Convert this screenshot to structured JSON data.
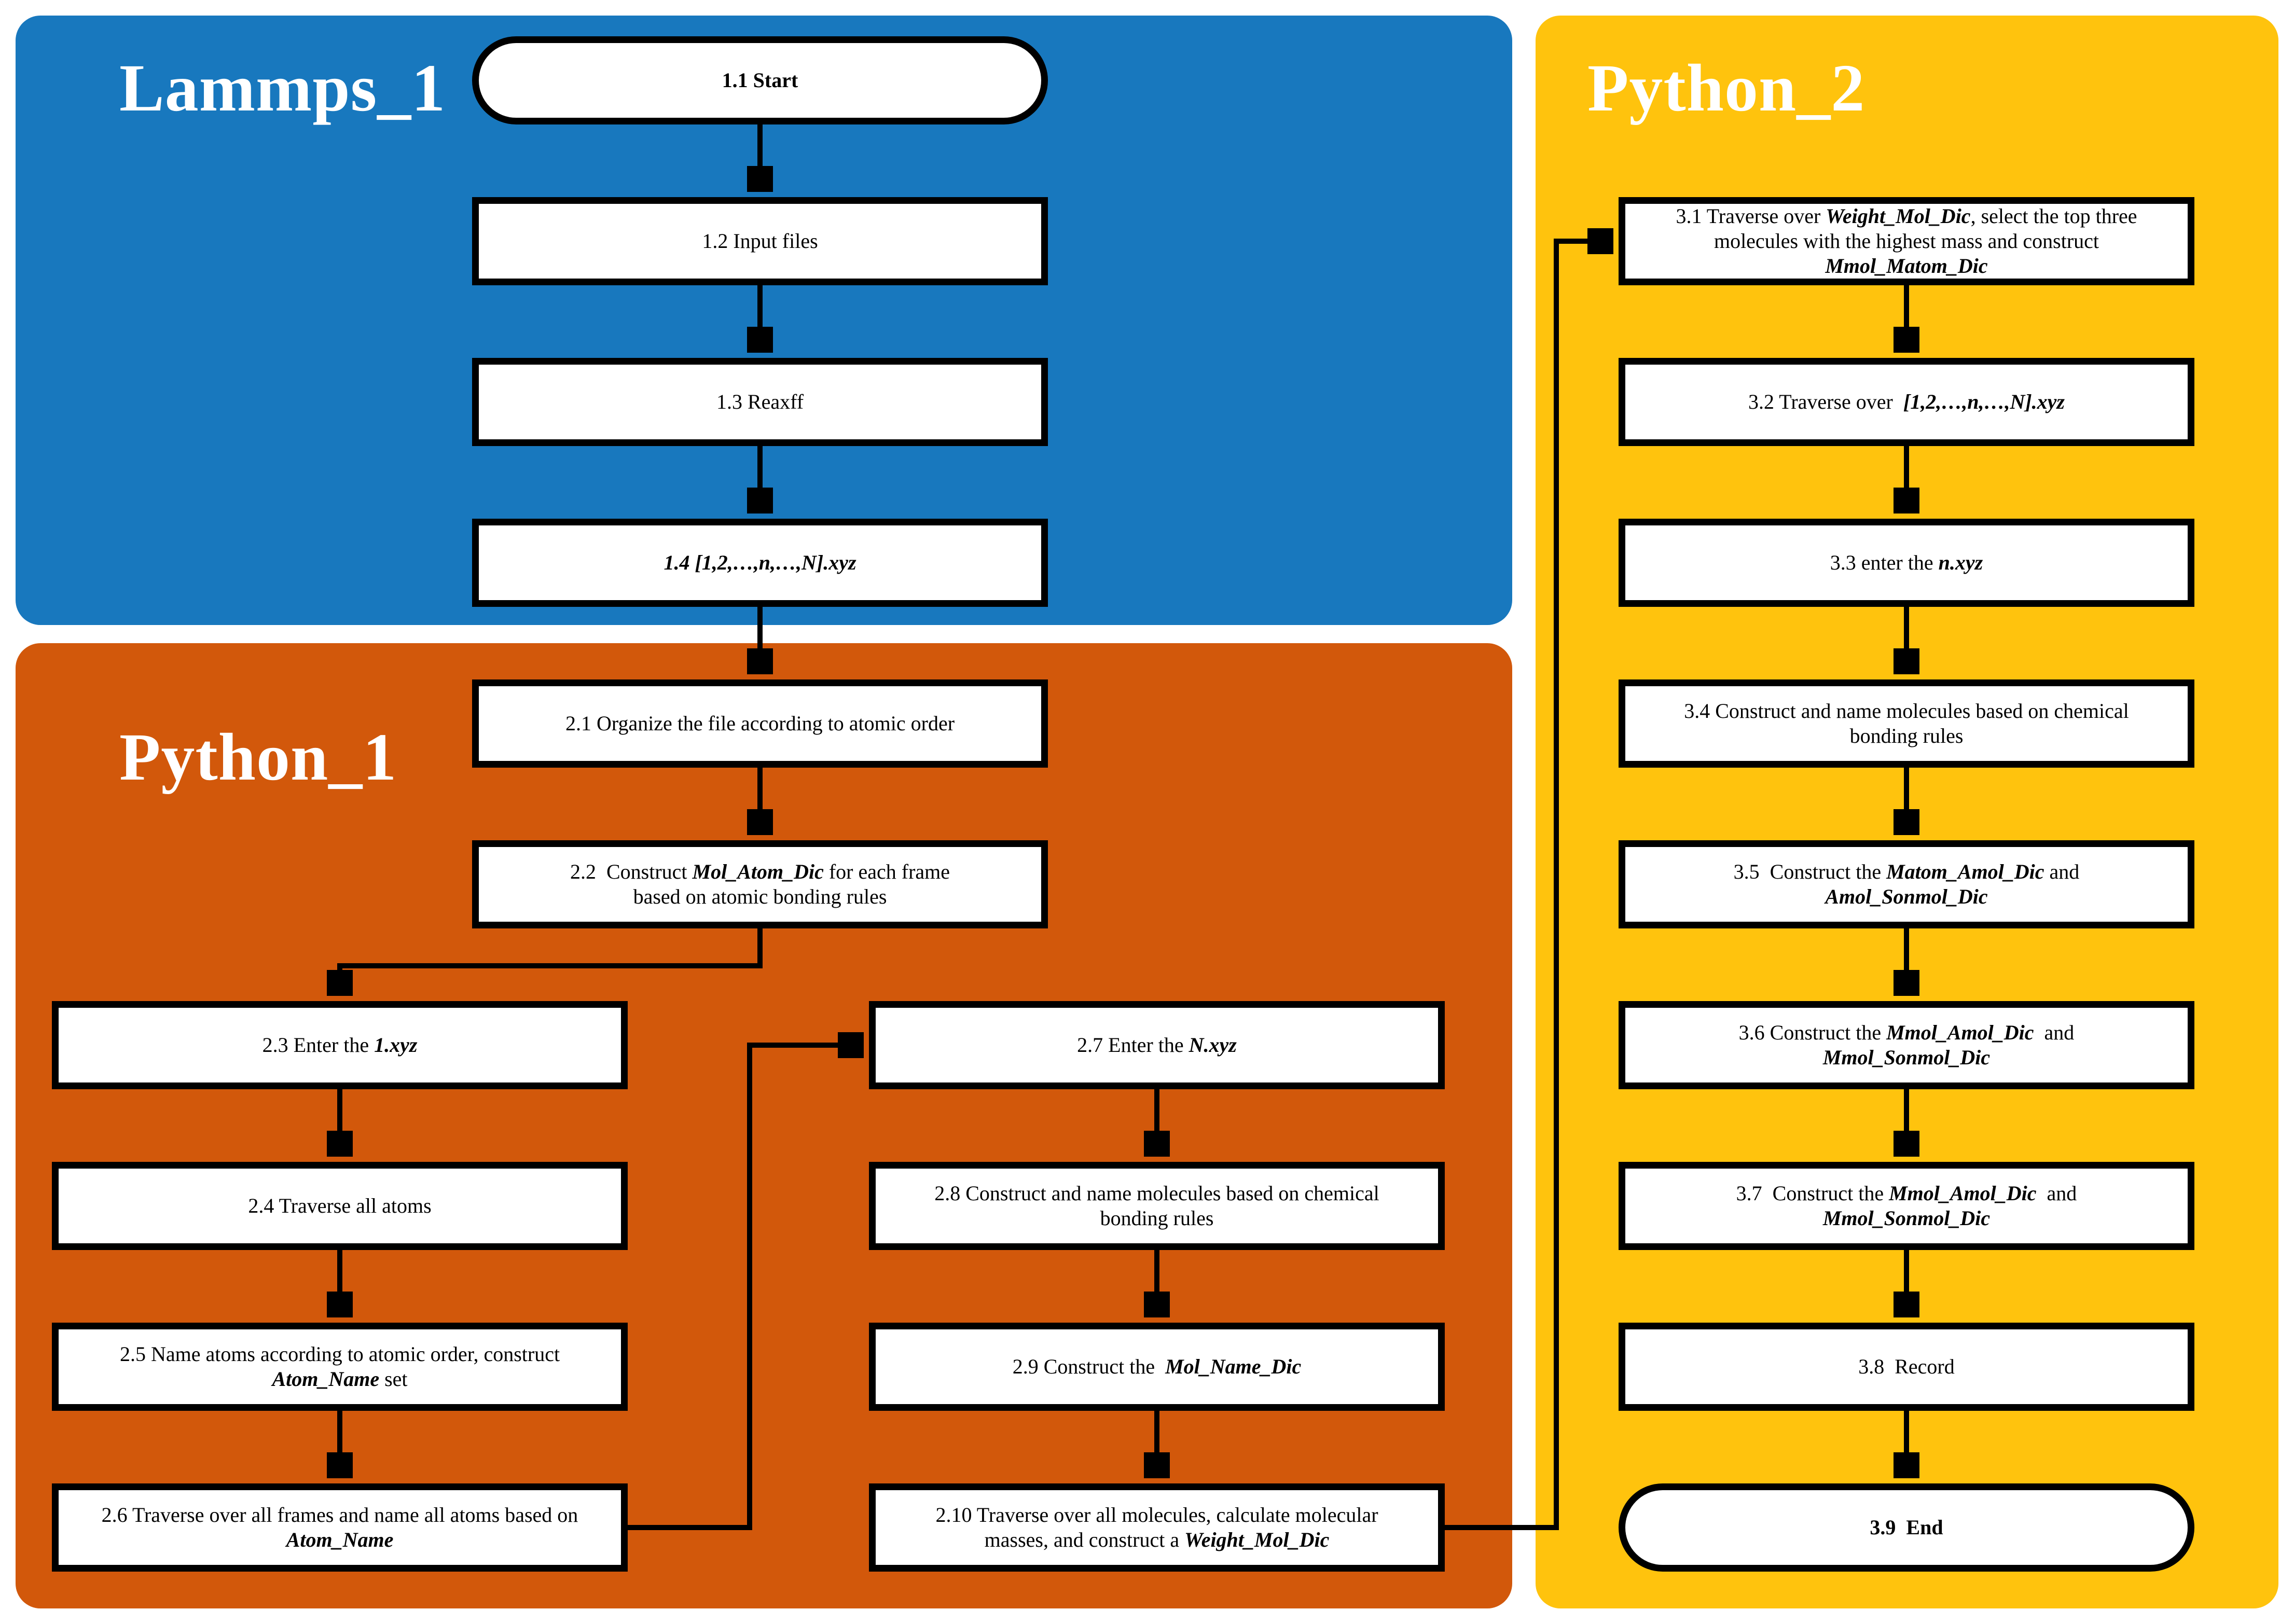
{
  "titles": {
    "lammps1": "Lammps_1",
    "python1": "Python_1",
    "python2": "Python_2"
  },
  "colors": {
    "blue": "#1878BE",
    "orange": "#D2580B",
    "yellow": "#FFC30D",
    "box_bg": "#FFFFFF",
    "box_text": "#000000",
    "line": "#000000",
    "title_text": "#FFFFFF"
  },
  "nodes": {
    "1_1": {
      "shape": "stadium",
      "segments": [
        {
          "style": "bold",
          "text": "1.1 Start"
        }
      ]
    },
    "1_2": {
      "shape": "rect",
      "segments": [
        {
          "style": "plain",
          "text": "1.2 Input files"
        }
      ]
    },
    "1_3": {
      "shape": "rect",
      "segments": [
        {
          "style": "plain",
          "text": "1.3 Reaxff"
        }
      ]
    },
    "1_4": {
      "shape": "rect",
      "segments": [
        {
          "style": "boldital",
          "text": "1.4 [1,2,…,n,…,N].xyz"
        }
      ]
    },
    "2_1": {
      "shape": "rect",
      "segments": [
        {
          "style": "plain",
          "text": "2.1 Organize the file according to atomic order"
        }
      ]
    },
    "2_2": {
      "shape": "rect",
      "segments": [
        {
          "style": "plain",
          "text": "2.2  Construct "
        },
        {
          "style": "var",
          "text": "Mol_Atom_Dic"
        },
        {
          "style": "plain",
          "text": " for each frame"
        },
        {
          "br": true
        },
        {
          "style": "plain",
          "text": "based on atomic bonding rules"
        }
      ]
    },
    "2_3": {
      "shape": "rect",
      "segments": [
        {
          "style": "plain",
          "text": "2.3 Enter the "
        },
        {
          "style": "var",
          "text": "1.xyz"
        }
      ]
    },
    "2_4": {
      "shape": "rect",
      "segments": [
        {
          "style": "plain",
          "text": "2.4 Traverse all atoms"
        }
      ]
    },
    "2_5": {
      "shape": "rect",
      "segments": [
        {
          "style": "plain",
          "text": "2.5 Name atoms according to atomic order, construct"
        },
        {
          "br": true
        },
        {
          "style": "var",
          "text": "Atom_Name"
        },
        {
          "style": "plain",
          "text": " set"
        }
      ]
    },
    "2_6": {
      "shape": "rect",
      "segments": [
        {
          "style": "plain",
          "text": "2.6 Traverse over all frames and name all atoms based on"
        },
        {
          "br": true
        },
        {
          "style": "var",
          "text": "Atom_Name"
        }
      ]
    },
    "2_7": {
      "shape": "rect",
      "segments": [
        {
          "style": "plain",
          "text": "2.7 Enter the "
        },
        {
          "style": "var",
          "text": "N.xyz"
        }
      ]
    },
    "2_8": {
      "shape": "rect",
      "segments": [
        {
          "style": "plain",
          "text": "2.8 Construct and name molecules based on chemical"
        },
        {
          "br": true
        },
        {
          "style": "plain",
          "text": "bonding rules"
        }
      ]
    },
    "2_9": {
      "shape": "rect",
      "segments": [
        {
          "style": "plain",
          "text": "2.9 Construct the  "
        },
        {
          "style": "var",
          "text": "Mol_Name_Dic"
        }
      ]
    },
    "2_10": {
      "shape": "rect",
      "segments": [
        {
          "style": "plain",
          "text": "2.10 Traverse over all molecules, calculate molecular"
        },
        {
          "br": true
        },
        {
          "style": "plain",
          "text": "masses, and construct a "
        },
        {
          "style": "var",
          "text": "Weight_Mol_Dic"
        }
      ]
    },
    "3_1": {
      "shape": "rect",
      "segments": [
        {
          "style": "plain",
          "text": "3.1 Traverse over "
        },
        {
          "style": "var",
          "text": "Weight_Mol_Dic"
        },
        {
          "style": "plain",
          "text": ", select the top three"
        },
        {
          "br": true
        },
        {
          "style": "plain",
          "text": "molecules with the highest mass and construct"
        },
        {
          "br": true
        },
        {
          "style": "var",
          "text": "Mmol_Matom_Dic"
        }
      ]
    },
    "3_2": {
      "shape": "rect",
      "segments": [
        {
          "style": "plain",
          "text": "3.2 Traverse over  "
        },
        {
          "style": "var",
          "text": "[1,2,…,n,…,N].xyz"
        }
      ]
    },
    "3_3": {
      "shape": "rect",
      "segments": [
        {
          "style": "plain",
          "text": "3.3 enter the "
        },
        {
          "style": "var",
          "text": "n.xyz"
        }
      ]
    },
    "3_4": {
      "shape": "rect",
      "segments": [
        {
          "style": "plain",
          "text": "3.4 Construct and name molecules based on chemical"
        },
        {
          "br": true
        },
        {
          "style": "plain",
          "text": "bonding rules"
        }
      ]
    },
    "3_5": {
      "shape": "rect",
      "segments": [
        {
          "style": "plain",
          "text": "3.5  Construct the "
        },
        {
          "style": "var",
          "text": "Matom_Amol_Dic"
        },
        {
          "style": "plain",
          "text": " and"
        },
        {
          "br": true
        },
        {
          "style": "var",
          "text": "Amol_Sonmol_Dic"
        }
      ]
    },
    "3_6": {
      "shape": "rect",
      "segments": [
        {
          "style": "plain",
          "text": "3.6 Construct the "
        },
        {
          "style": "var",
          "text": "Mmol_Amol_Dic"
        },
        {
          "style": "plain",
          "text": "  and"
        },
        {
          "br": true
        },
        {
          "style": "var",
          "text": "Mmol_Sonmol_Dic"
        }
      ]
    },
    "3_7": {
      "shape": "rect",
      "segments": [
        {
          "style": "plain",
          "text": "3.7  Construct the "
        },
        {
          "style": "var",
          "text": "Mmol_Amol_Dic"
        },
        {
          "style": "plain",
          "text": "  and"
        },
        {
          "br": true
        },
        {
          "style": "var",
          "text": "Mmol_Sonmol_Dic"
        }
      ]
    },
    "3_8": {
      "shape": "rect",
      "segments": [
        {
          "style": "plain",
          "text": "3.8  Record"
        }
      ]
    },
    "3_9": {
      "shape": "stadium",
      "segments": [
        {
          "style": "bold",
          "text": "3.9  End"
        }
      ]
    }
  }
}
